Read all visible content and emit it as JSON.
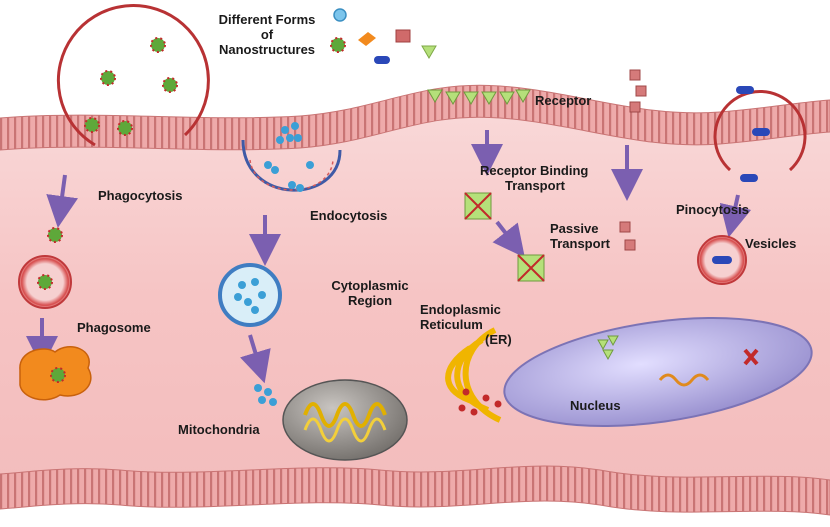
{
  "labels": {
    "different_forms": [
      "Different Forms",
      "of",
      "Nanostructures"
    ],
    "receptor": "Receptor",
    "phagocytosis": "Phagocytosis",
    "endocytosis": "Endocytosis",
    "receptor_binding": [
      "Receptor Binding",
      "Transport"
    ],
    "passive": [
      "Passive",
      "Transport"
    ],
    "pinocytosis": "Pinocytosis",
    "vesicles": "Vesicles",
    "cytoplasmic": [
      "Cytoplasmic",
      "Region"
    ],
    "endoplasmic": [
      "Endoplasmic",
      "Reticulum",
      "(ER)"
    ],
    "phagosome": "Phagosome",
    "mitochondria": "Mitochondria",
    "nucleus": "Nucleus"
  },
  "colors": {
    "membrane": "#e59a9a",
    "membrane_stripe": "#c76a6a",
    "cytoplasm": "#f7caca",
    "arrow": "#7b5fb0",
    "vesicle_ring": "#c0393b",
    "nanoparticle_green": "#5ea83a",
    "nanoparticle_red": "#c22a2a",
    "nucleus": "#b8b2e0",
    "phagosome": "#f28a1e",
    "mitochondria": "#8e8a86"
  }
}
